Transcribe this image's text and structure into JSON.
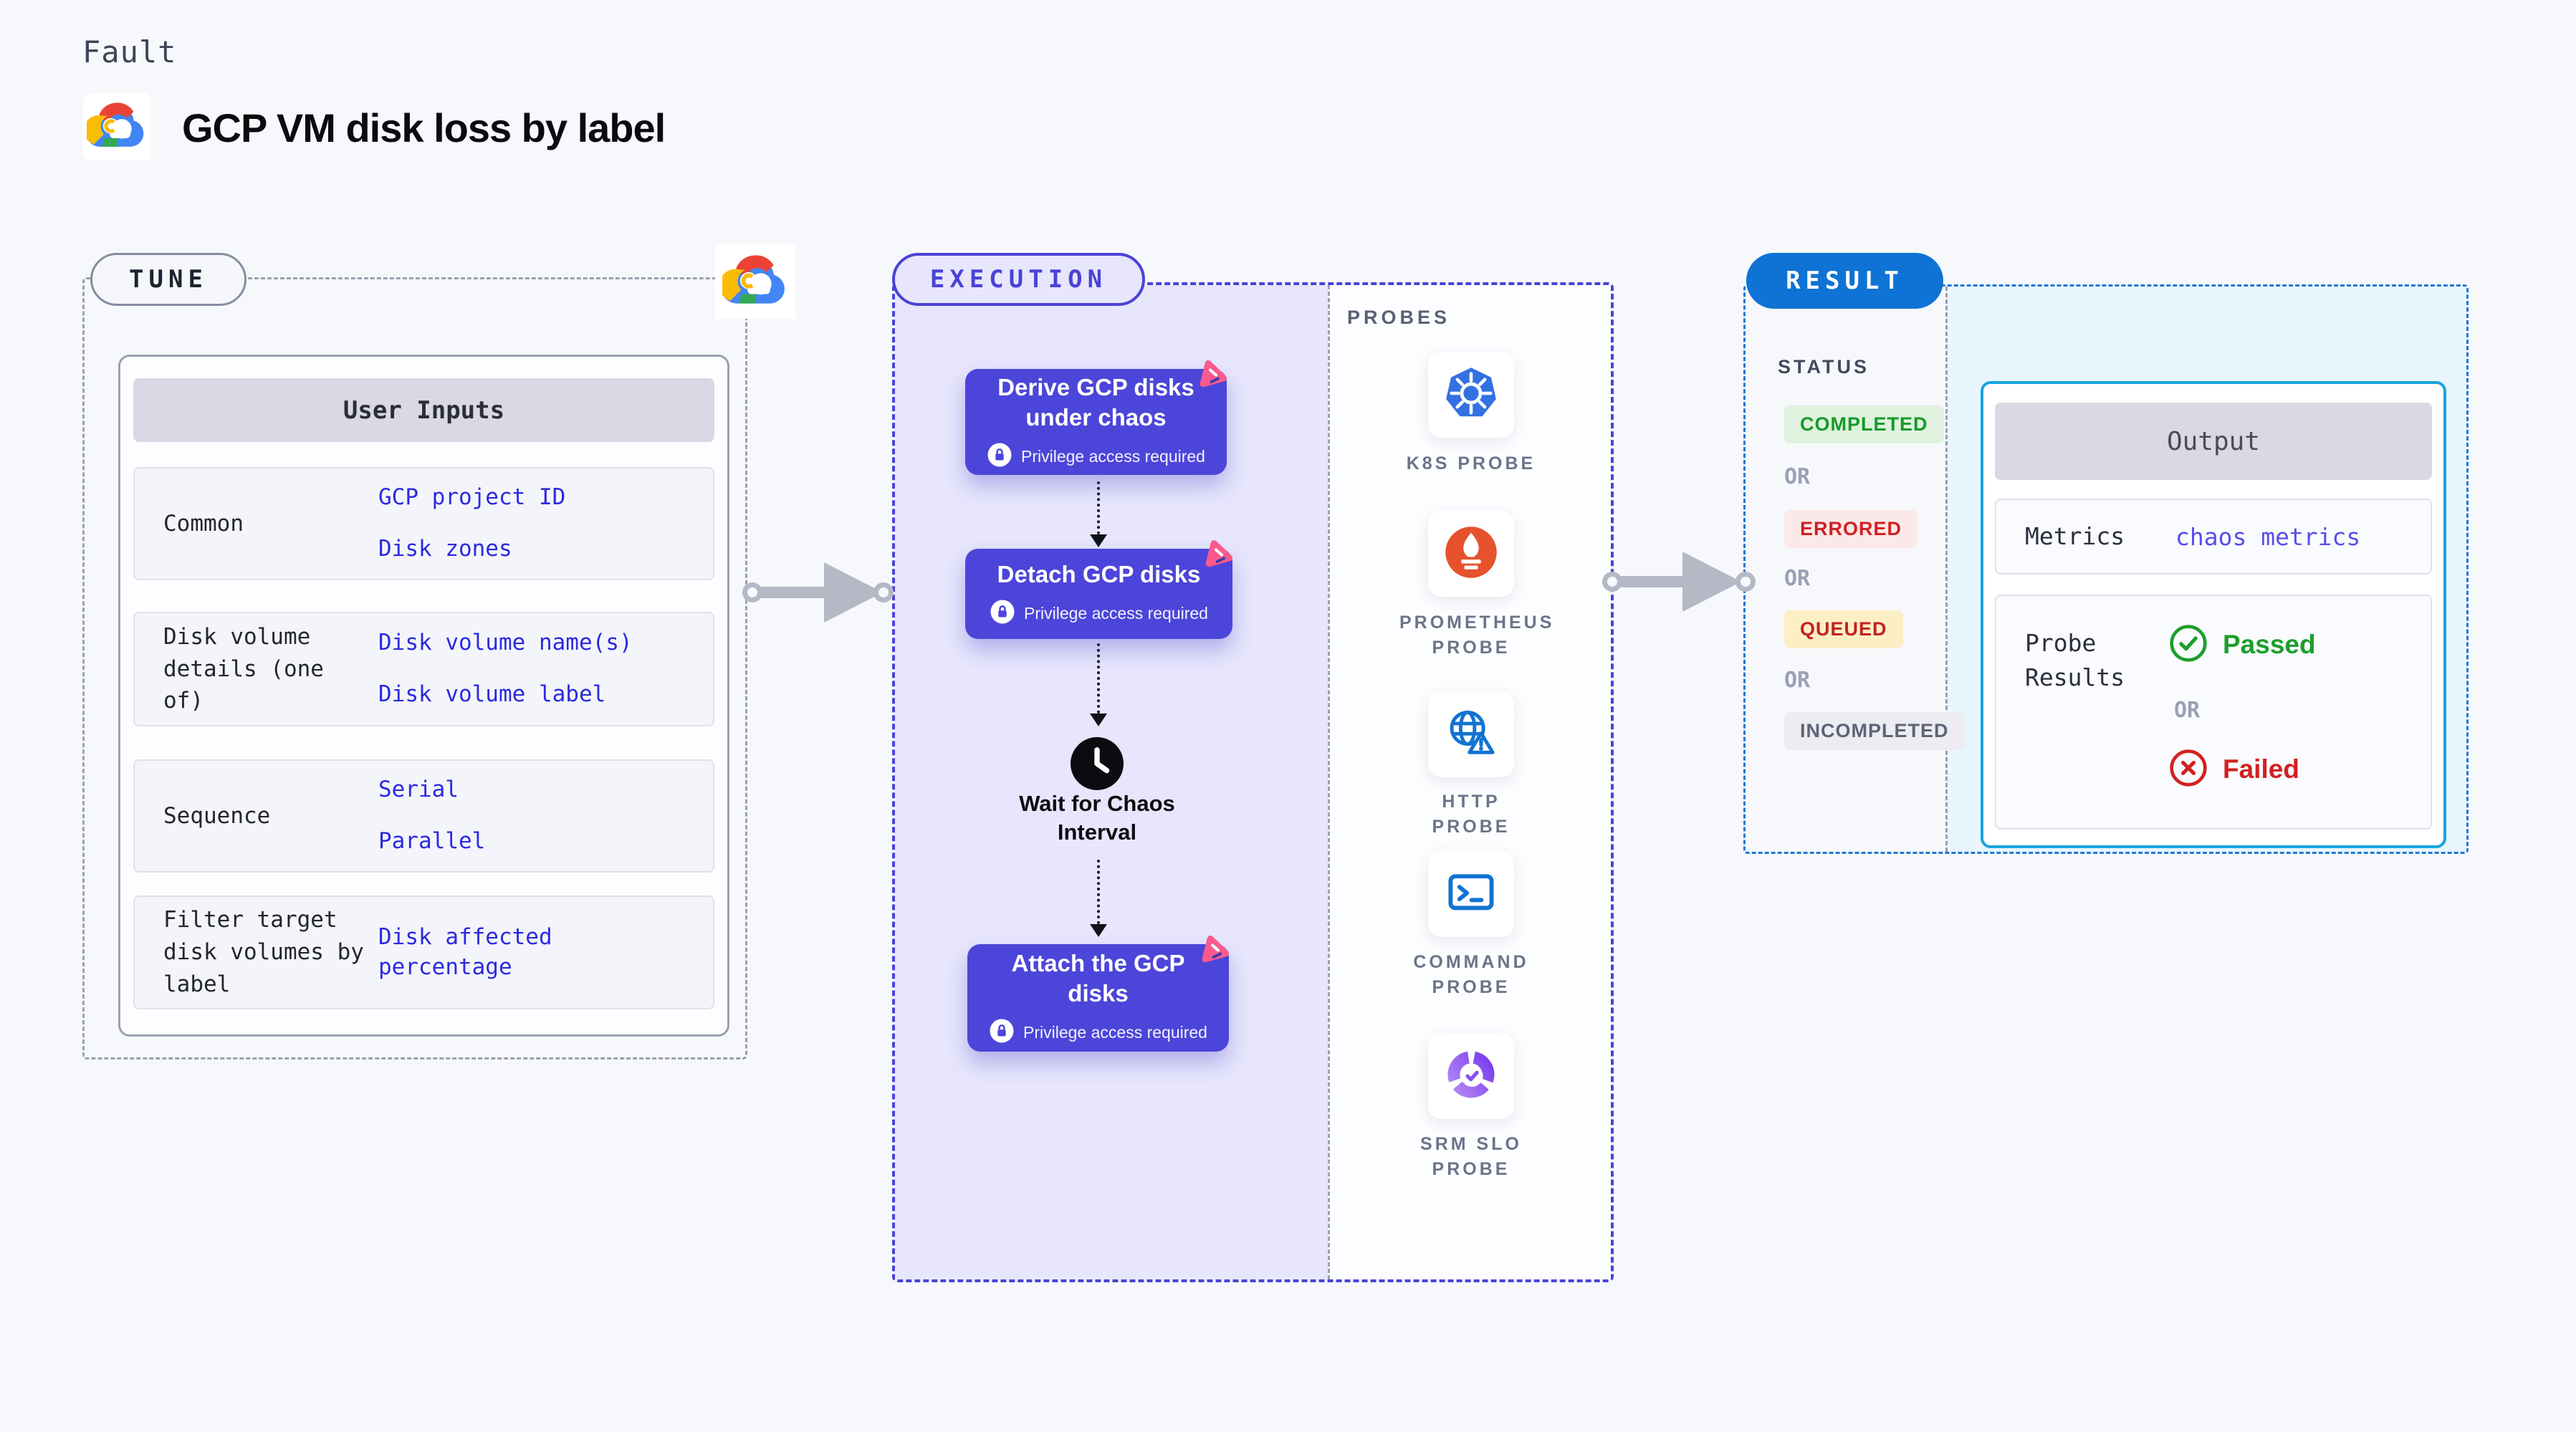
{
  "page": {
    "eyebrow": "Fault",
    "title": "GCP VM disk loss by label"
  },
  "tune": {
    "pill": "TUNE",
    "table": {
      "header": "User Inputs",
      "rows": [
        {
          "label": "Common",
          "values": [
            "GCP project ID",
            "Disk zones"
          ]
        },
        {
          "label": "Disk volume details (one of)",
          "values": [
            "Disk volume name(s)",
            "Disk volume label"
          ]
        },
        {
          "label": "Sequence",
          "values": [
            "Serial",
            "Parallel"
          ]
        },
        {
          "label": "Filter target disk volumes by label",
          "values": [
            "Disk affected percentage"
          ]
        }
      ]
    }
  },
  "execution": {
    "pill": "EXECUTION",
    "steps": [
      {
        "title": "Derive GCP disks under chaos",
        "privilege": "Privilege access required"
      },
      {
        "title": "Detach GCP disks",
        "privilege": "Privilege access required"
      },
      {
        "title": "Attach the GCP disks",
        "privilege": "Privilege access required"
      }
    ],
    "wait_label": "Wait for Chaos Interval"
  },
  "probes": {
    "title": "PROBES",
    "items": [
      {
        "name": "K8S PROBE",
        "icon": "kubernetes-icon"
      },
      {
        "name": "PROMETHEUS PROBE",
        "icon": "prometheus-icon"
      },
      {
        "name": "HTTP PROBE",
        "icon": "http-globe-warning-icon"
      },
      {
        "name": "COMMAND PROBE",
        "icon": "terminal-icon"
      },
      {
        "name": "SRM SLO PROBE",
        "icon": "slo-gauge-check-icon"
      }
    ]
  },
  "result": {
    "pill": "RESULT",
    "status": {
      "title": "STATUS",
      "or": "OR",
      "badges": [
        {
          "text": "COMPLETED",
          "type": "success"
        },
        {
          "text": "ERRORED",
          "type": "error"
        },
        {
          "text": "QUEUED",
          "type": "warning"
        },
        {
          "text": "INCOMPLETED",
          "type": "neutral"
        }
      ]
    },
    "output": {
      "header": "Output",
      "metrics_label": "Metrics",
      "metrics_value": "chaos metrics",
      "probe_results_label": "Probe Results",
      "passed": "Passed",
      "or": "OR",
      "failed": "Failed"
    }
  },
  "colors": {
    "page_bg": "#f7f8fc",
    "step_purple": "#4c45d9",
    "execution_accent": "#4a43d6",
    "execution_fill": "#e7e6fc",
    "result_blue": "#0e73d4",
    "output_border_cyan": "#17a5dc",
    "output_fill_cyan": "#e9f5fc",
    "link_blue": "#2b2ae0",
    "metrics_link_purple": "#5a4de8",
    "chaos_pink": "#fa5a8c",
    "success_green": "#1d9e2c",
    "error_red": "#d32020",
    "queued_bg": "#fcefc5",
    "arrow_gray": "#b5b9c6"
  }
}
